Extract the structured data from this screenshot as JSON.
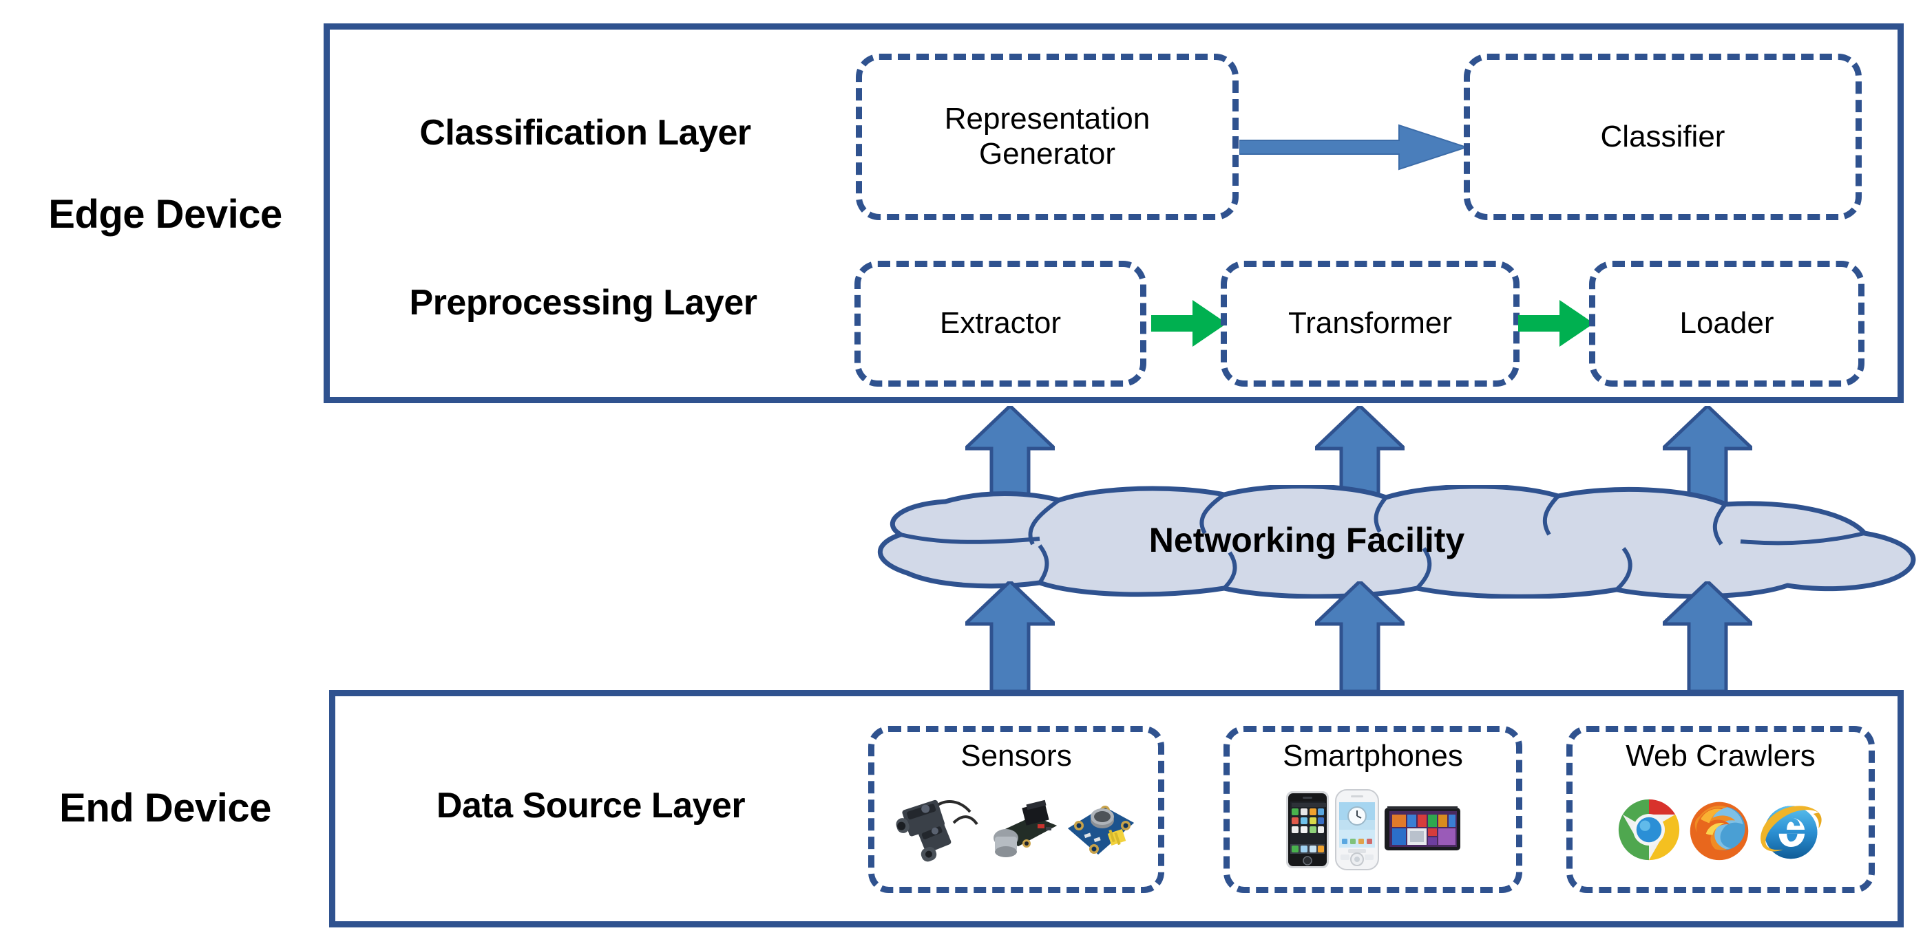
{
  "colors": {
    "frame_blue": "#2F528F",
    "arrow_blue": "#4A7EBB",
    "arrow_green": "#00B050",
    "cloud_fill": "#D2D9E8",
    "cloud_stroke": "#2F528F",
    "text_black": "#000000"
  },
  "side_labels": {
    "edge_device": "Edge Device",
    "end_device": "End Device"
  },
  "edge_device": {
    "classification_layer": {
      "label": "Classification Layer",
      "modules": [
        {
          "id": "representation-generator",
          "line1": "Representation",
          "line2": "Generator"
        },
        {
          "id": "classifier",
          "line1": "Classifier",
          "line2": ""
        }
      ],
      "flow_arrow": {
        "icon": "arrow-right-blue",
        "from": "Representation Generator",
        "to": "Classifier"
      }
    },
    "preprocessing_layer": {
      "label": "Preprocessing Layer",
      "modules": [
        {
          "id": "extractor",
          "label": "Extractor"
        },
        {
          "id": "transformer",
          "label": "Transformer"
        },
        {
          "id": "loader",
          "label": "Loader"
        }
      ],
      "flow_arrows": [
        {
          "icon": "arrow-right-green",
          "from": "Extractor",
          "to": "Transformer"
        },
        {
          "icon": "arrow-right-green",
          "from": "Transformer",
          "to": "Loader"
        }
      ]
    }
  },
  "network": {
    "cloud_label": "Networking Facility",
    "cloud_icon": "cloud-icon",
    "uplinks_top": [
      {
        "icon": "arrow-up-icon",
        "target": "Extractor"
      },
      {
        "icon": "arrow-up-icon",
        "target": "Transformer"
      },
      {
        "icon": "arrow-up-icon",
        "target": "Loader"
      }
    ],
    "uplinks_bottom": [
      {
        "icon": "arrow-up-icon",
        "source": "Sensors"
      },
      {
        "icon": "arrow-up-icon",
        "source": "Smartphones"
      },
      {
        "icon": "arrow-up-icon",
        "source": "Web Crawlers"
      }
    ]
  },
  "end_device": {
    "data_source_layer": {
      "label": "Data Source Layer",
      "sources": [
        {
          "id": "sensors",
          "label": "Sensors",
          "media": [
            {
              "icon": "photoelectric-sensor-icon",
              "alt": "black photoelectric sensors with cables"
            },
            {
              "icon": "gas-sensor-board-icon",
              "alt": "gas sensor module on green board"
            },
            {
              "icon": "sound-sensor-board-icon",
              "alt": "microphone sensor on blue board"
            }
          ]
        },
        {
          "id": "smartphones",
          "label": "Smartphones",
          "media": [
            {
              "icon": "iphone-icon",
              "alt": "black smartphone with app grid"
            },
            {
              "icon": "android-phone-icon",
              "alt": "white smartphone with clock widget"
            },
            {
              "icon": "windows-tablet-icon",
              "alt": "tablet showing tile start screen"
            }
          ]
        },
        {
          "id": "webcrawlers",
          "label": "Web Crawlers",
          "media": [
            {
              "icon": "chrome-icon",
              "alt": "Chrome browser logo"
            },
            {
              "icon": "firefox-icon",
              "alt": "Firefox browser logo"
            },
            {
              "icon": "internet-explorer-icon",
              "alt": "Internet Explorer browser logo"
            }
          ]
        }
      ]
    }
  }
}
